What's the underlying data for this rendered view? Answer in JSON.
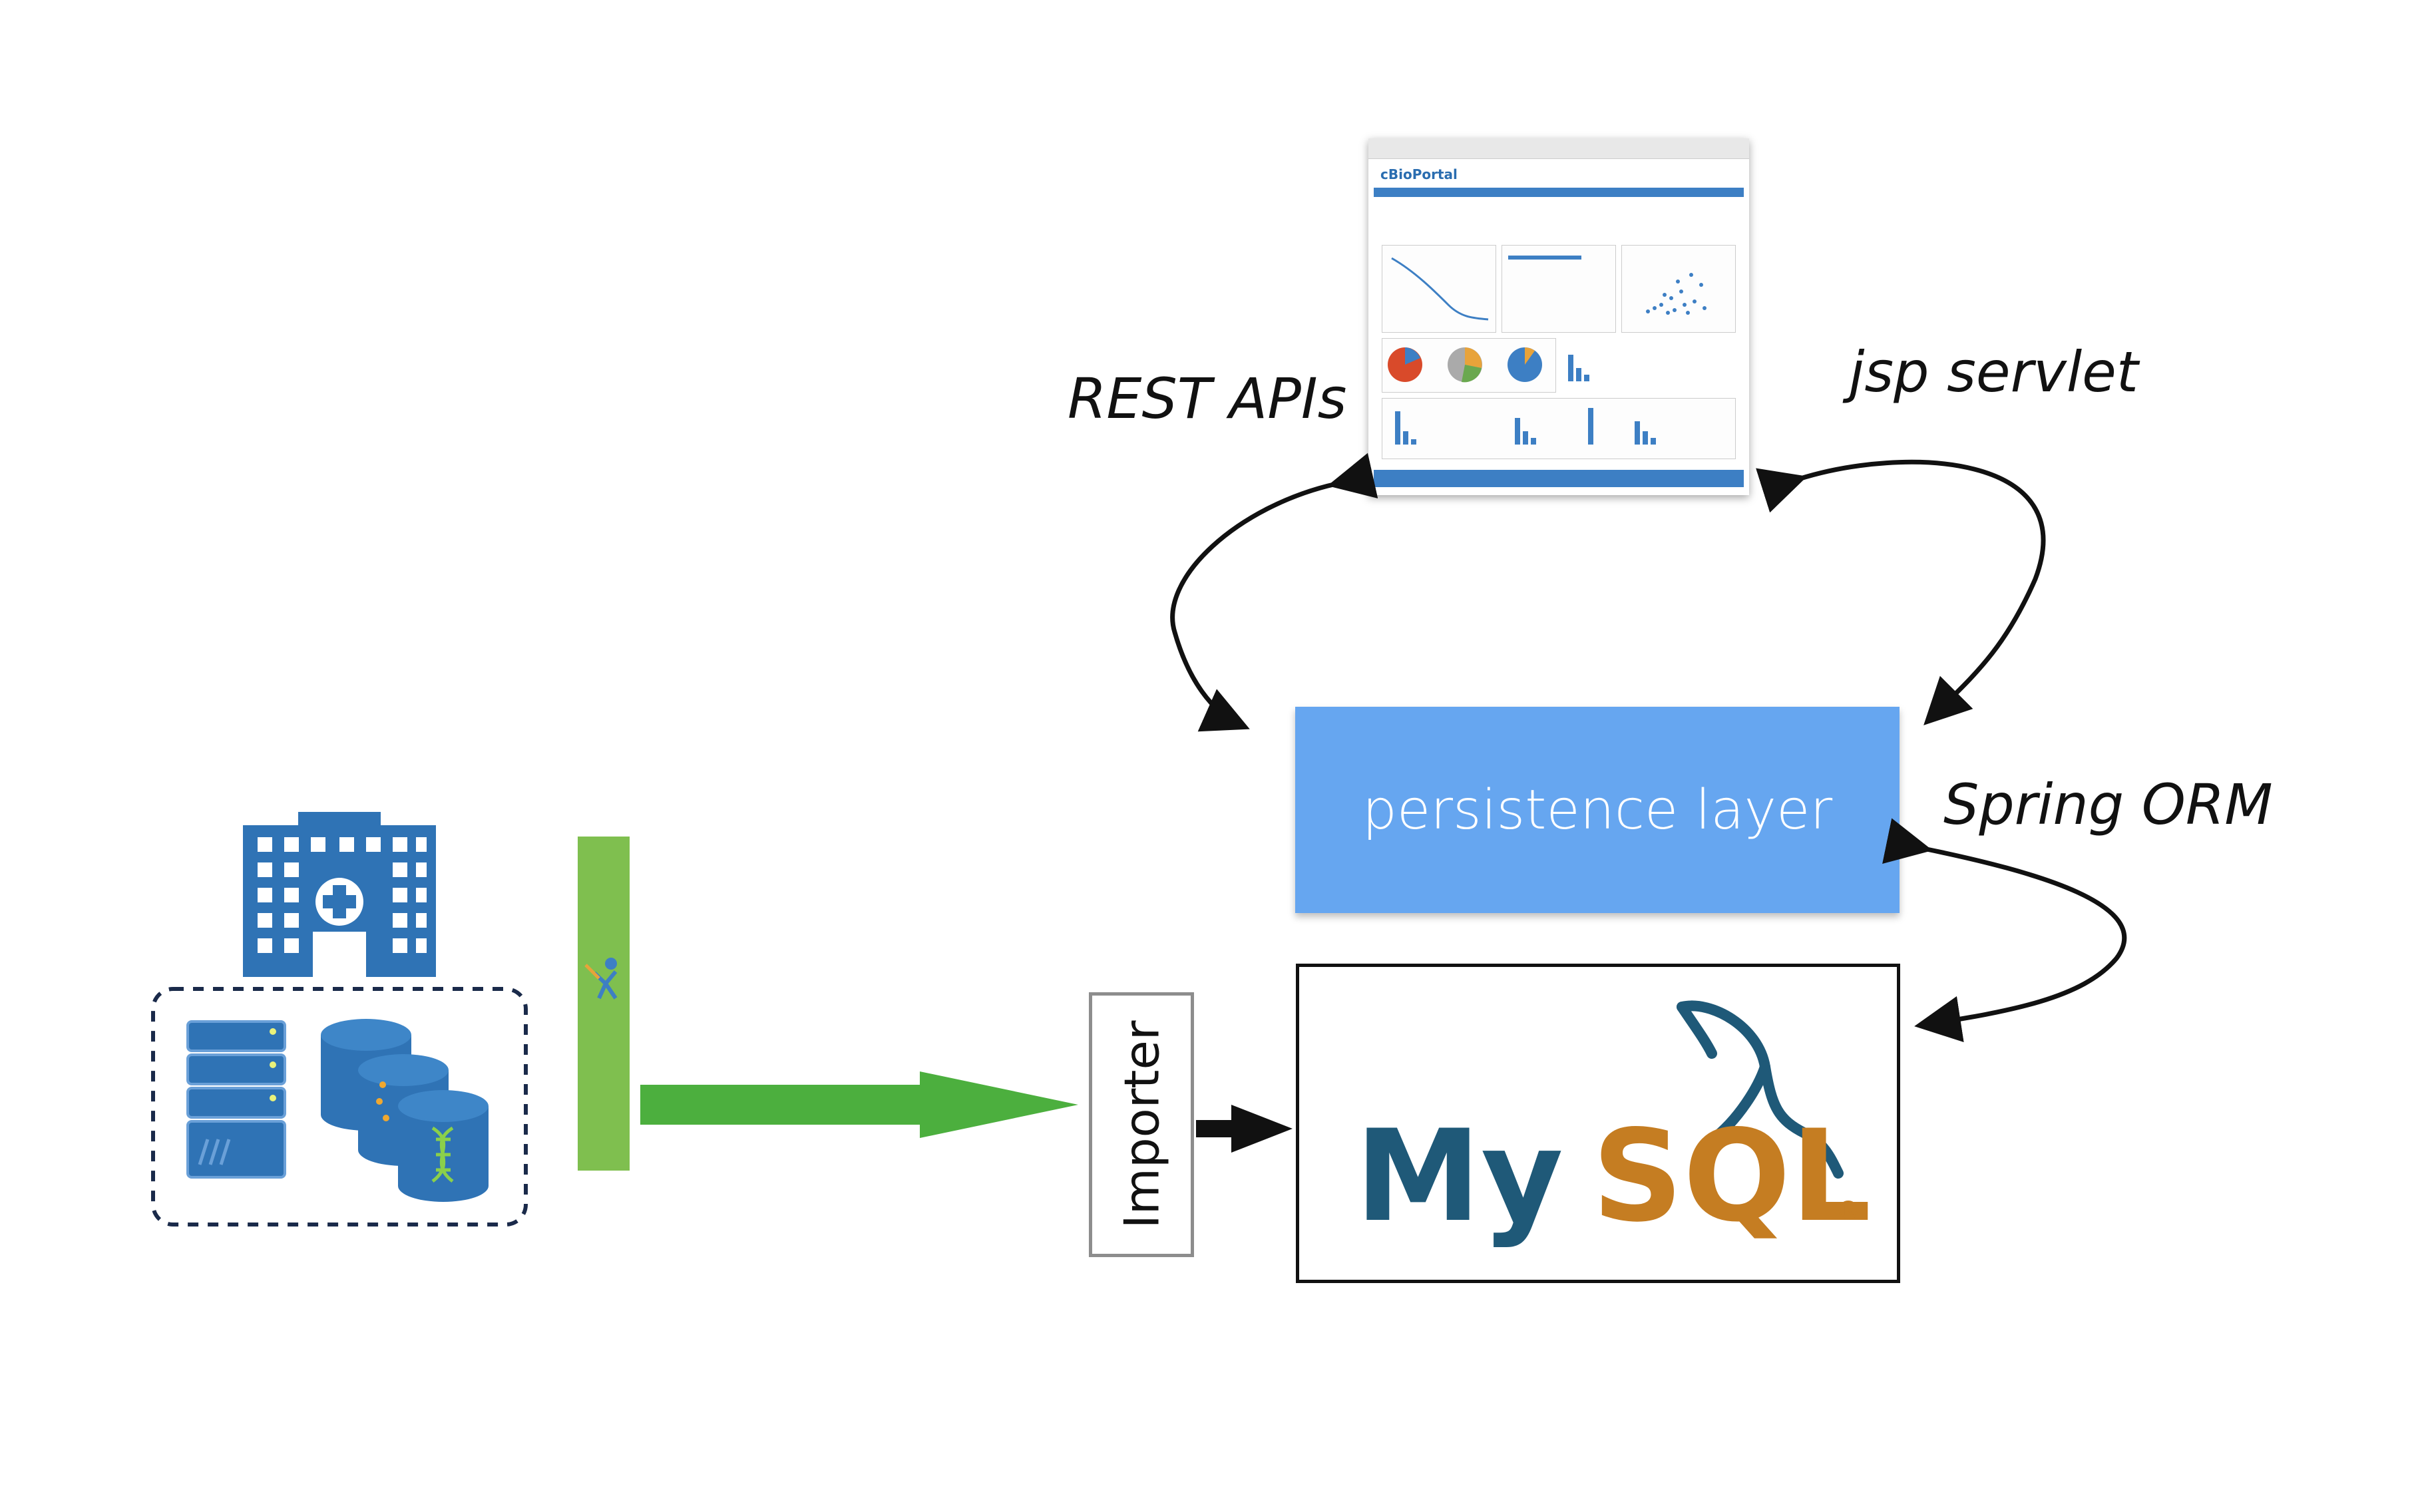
{
  "labels": {
    "rest_apis": "REST APIs",
    "jsp_servlet": "jsp servlet",
    "spring_orm": "Spring ORM",
    "persistence_layer": "persistence layer",
    "importer": "Importer",
    "mysql_wordmark_my": "My",
    "mysql_wordmark_sql": "SQL",
    "mysql_registered": "®"
  },
  "dashboard": {
    "logo": "cBioPortal"
  },
  "colors": {
    "persistence_blue": "#66a6f0",
    "hospital_blue": "#2f73b5",
    "green_bar": "#7fbf4f",
    "green_arrow": "#4caf3e",
    "mysql_blue": "#1f5978",
    "mysql_orange": "#c57d22",
    "dashed_border": "#1a2a4a"
  },
  "icons": [
    "hospital-icon",
    "server-icon",
    "database-icon",
    "dna-icon",
    "cbioportal-logo-icon",
    "mysql-dolphin-icon"
  ]
}
